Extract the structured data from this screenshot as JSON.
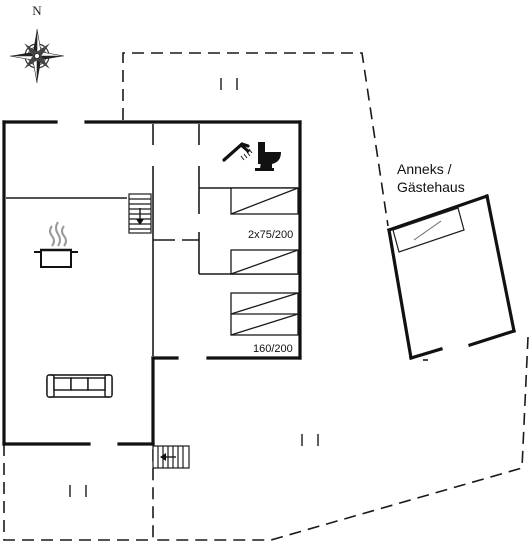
{
  "compass": {
    "north_label": "N",
    "icon": "compass-rose-icon"
  },
  "annex_label": {
    "line1": "Anneks /",
    "line2": "Gästehaus"
  },
  "beds": {
    "twin": {
      "label": "2x75/200",
      "icon": "bed-icon"
    },
    "double": {
      "label": "160/200",
      "icon": "bed-icon"
    }
  },
  "icons": {
    "shower": "shower-icon",
    "toilet": "toilet-icon",
    "cooking_pot": "cooking-pot-icon",
    "sofa": "sofa-icon",
    "stairs": "stairs-icon"
  },
  "colors": {
    "wall": "#111111",
    "outline": "#1a1a1a"
  }
}
